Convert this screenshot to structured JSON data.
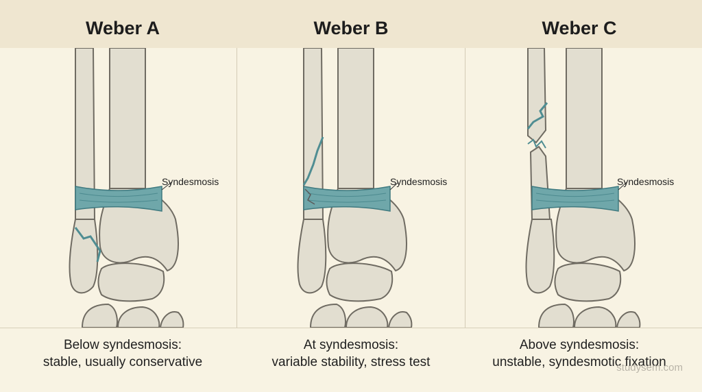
{
  "panels": [
    {
      "title": "Weber A",
      "label": "Syndesmosis",
      "caption_line1": "Below syndesmosis:",
      "caption_line2": "stable, usually conservative"
    },
    {
      "title": "Weber B",
      "label": "Syndesmosis",
      "caption_line1": "At syndesmosis:",
      "caption_line2": "variable stability, stress test"
    },
    {
      "title": "Weber C",
      "label": "Syndesmosis",
      "caption_line1": "Above syndesmosis:",
      "caption_line2": "unstable, syndesmotic fixation"
    }
  ],
  "watermark": "studysem.com",
  "colors": {
    "bone": "#e2ded0",
    "bone_outline": "#6f6b62",
    "ligament": "#6fa7aa",
    "fracture": "#4f8d92",
    "background": "#f8f3e3",
    "header": "#efe6d0"
  }
}
